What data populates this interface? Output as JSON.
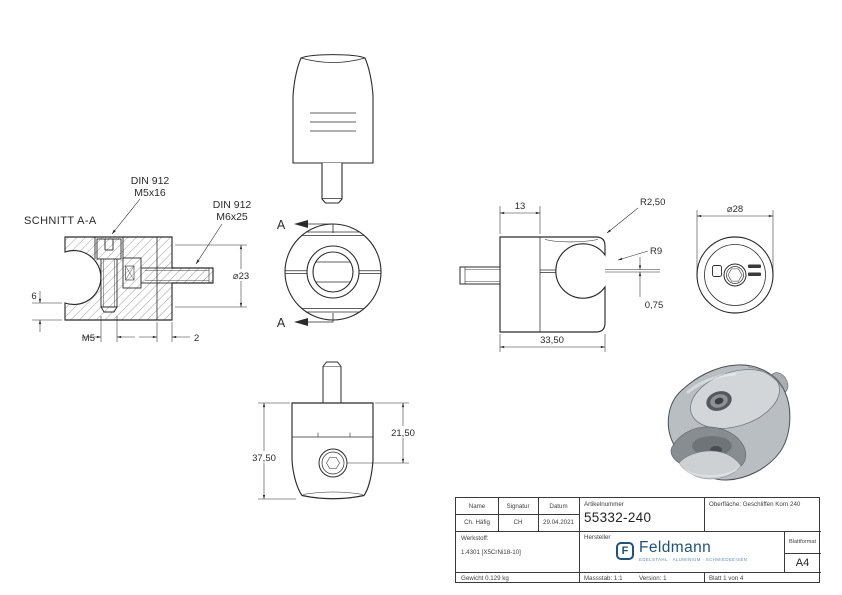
{
  "drawing": {
    "line_color": "#2b2b2b",
    "section_view": {
      "title": "SCHNITT A-A",
      "callout1_line1": "DIN 912",
      "callout1_line2": "M5x16",
      "callout2_line1": "DIN 912",
      "callout2_line2": "M6x25",
      "dim_diameter": "⌀23",
      "dim_lip": "6",
      "dim_thread": "M5",
      "dim_gap": "2"
    },
    "top_view": {
      "cut_label_top": "A",
      "cut_label_bottom": "A"
    },
    "side_view": {
      "dim_width": "13",
      "radius_corner": "R2,50",
      "radius_saddle": "R9",
      "dim_offset": "0,75",
      "dim_depth": "33,50"
    },
    "rear_view": {
      "dim_diameter": "⌀28"
    },
    "bottom_view": {
      "dim_height_total": "37,50",
      "dim_height_screw": "21,50"
    }
  },
  "title_block": {
    "accent_color": "#1f5276",
    "col_name": "Name",
    "col_signatur": "Signatur",
    "col_datum": "Datum",
    "name": "Ch. Häfig",
    "signatur": "CH",
    "datum": "29.04.2021",
    "artikelnummer_label": "Artikelnummer",
    "artikelnummer": "55332-240",
    "oberflaeche": "Oberfläche:  Geschliffen Korn 240",
    "werkstoff_label": "Werkstoff:",
    "werkstoff": "1.4301 [X5CrNi18-10]",
    "hersteller_label": "Hersteller",
    "logo_mark": "F",
    "logo_text": "Feldmann",
    "logo_tagline": "EDELSTAHL · ALUMINIUM · SCHMIEDEEISEN",
    "blattformat_label": "Blattformat",
    "blattformat": "A4",
    "gewicht": "Gewicht 0.129 kg",
    "massstab": "Massstab: 1:1",
    "version": "Version: 1",
    "blatt": "Blatt 1 von 4"
  }
}
